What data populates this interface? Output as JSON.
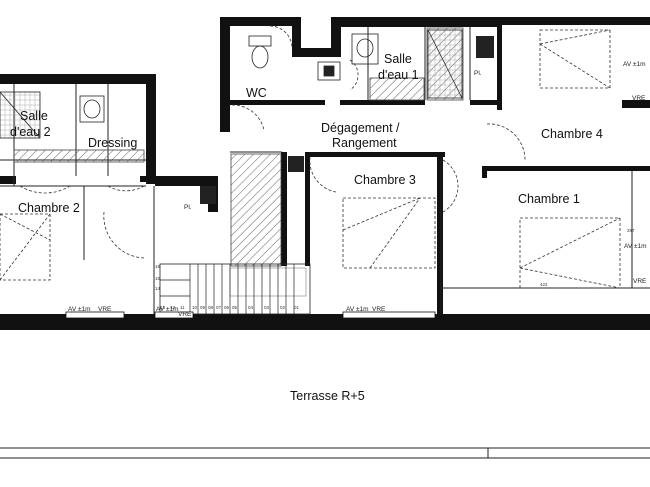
{
  "rooms": {
    "salle_eau_2": [
      "Salle",
      "d'eau 2"
    ],
    "dressing": "Dressing",
    "wc": "WC",
    "salle_eau_1": [
      "Salle",
      "d'eau 1"
    ],
    "degagement": [
      "Dégagement /",
      "Rangement"
    ],
    "chambre_4": "Chambre 4",
    "chambre_3": "Chambre 3",
    "chambre_1": "Chambre 1",
    "chambre_2": "Chambre 2",
    "terrasse": "Terrasse R+5"
  },
  "annotations": {
    "placard": "Pl.",
    "av": "AV ±1m",
    "vre": "VRE",
    "dim_287": "287",
    "dim_422": "422"
  },
  "stairs": {
    "steps": [
      "16",
      "15",
      "14",
      "13",
      "12",
      "11",
      "10",
      "09",
      "08",
      "07",
      "06",
      "05",
      "04",
      "03",
      "02",
      "01"
    ]
  },
  "colors": {
    "wall": "#111111",
    "line": "#222222",
    "hatch": "#444444"
  }
}
